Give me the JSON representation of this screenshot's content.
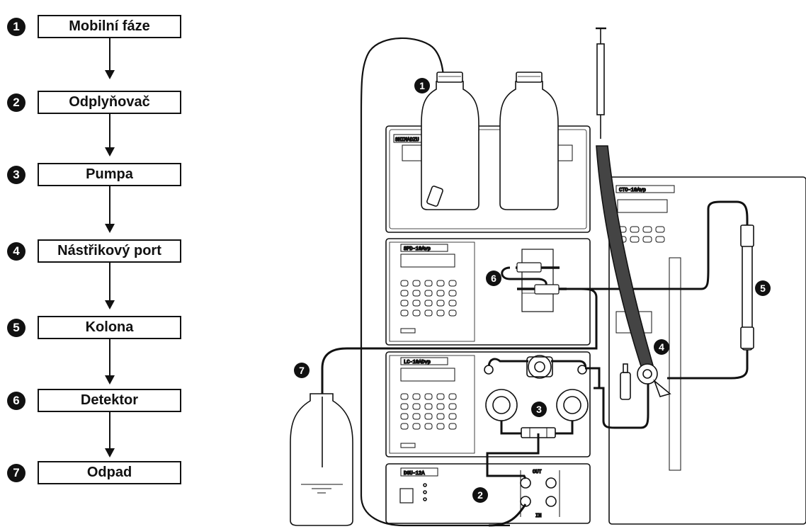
{
  "flow": {
    "steps": [
      {
        "num": "1",
        "label": "Mobilní fáze"
      },
      {
        "num": "2",
        "label": "Odplyňovač"
      },
      {
        "num": "3",
        "label": "Pumpa"
      },
      {
        "num": "4",
        "label": "Nástřikový port"
      },
      {
        "num": "5",
        "label": "Kolona"
      },
      {
        "num": "6",
        "label": "Detektor"
      },
      {
        "num": "7",
        "label": "Odpad"
      }
    ]
  },
  "apparatus": {
    "module_labels": {
      "reservoir_tray": "SHIMADZU",
      "detector": "SPD-10Avp",
      "pump": "LC-10ADvp",
      "degasser": "DGU-12A",
      "oven": "CTO-10Avp",
      "port_out": "OUT",
      "port_in": "IN"
    },
    "callouts": [
      "1",
      "2",
      "3",
      "4",
      "5",
      "6",
      "7"
    ]
  }
}
